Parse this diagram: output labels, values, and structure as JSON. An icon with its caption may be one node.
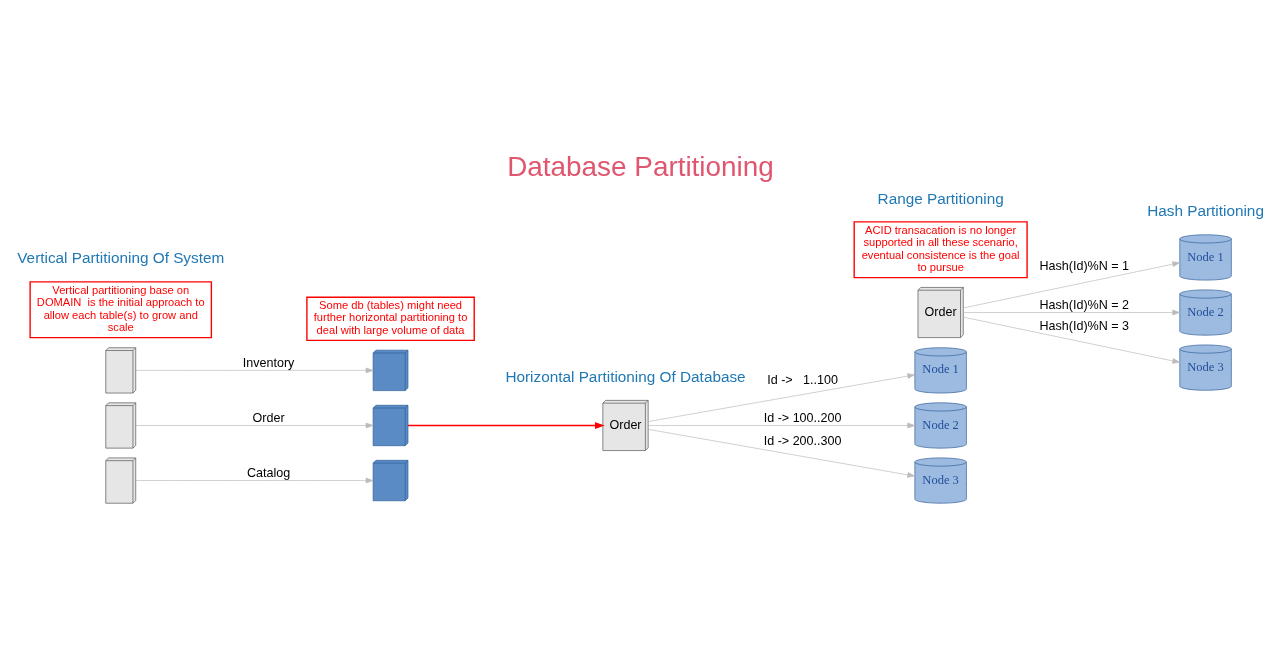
{
  "diagram": {
    "title": "Database Partitioning",
    "nodes": [
      {
        "text": [],
        "shape": "picture"
      },
      {
        "text": [],
        "shape": "picture"
      },
      {
        "text": [],
        "shape": "picture"
      },
      {
        "text": [],
        "shape": "picture"
      },
      {
        "text": [],
        "shape": "picture"
      },
      {
        "text": [],
        "shape": "picture"
      },
      {
        "text": [
          "Order"
        ]
      },
      {
        "text": [
          "Node 1"
        ]
      },
      {
        "text": [
          "Node 2"
        ]
      },
      {
        "text": [
          "Node 3"
        ]
      },
      {
        "text": [
          "Order"
        ]
      },
      {
        "text": [
          "Node 1"
        ]
      },
      {
        "text": [
          "Node 2"
        ]
      },
      {
        "text": [
          "Node 3"
        ]
      },
      {
        "text": [
          "Vertical partitioning base on DOMAIN  is the initial approach to allow each table(s) to grow and scale"
        ]
      },
      {
        "text": [
          "ACID transacation is no longer supported in all these scenario, eventual consistence is the goal to pursue"
        ]
      },
      {
        "text": [
          "Some db (tables) might need further horizontal partitioning to deal with large volume of data"
        ]
      }
    ],
    "edges": [
      {
        "from": 0,
        "to": 3,
        "arrow": "to",
        "label": "Catalog"
      },
      {
        "from": 1,
        "to": 4,
        "arrow": "to",
        "label": "Order"
      },
      {
        "from": 2,
        "to": 5,
        "arrow": "to",
        "label": "Inventory"
      },
      {
        "from": 4,
        "to": 6,
        "arrow": "to",
        "color": "#ff0000"
      },
      {
        "from": 6,
        "to": 7,
        "arrow": "to",
        "label": "Id ->   1..100"
      },
      {
        "from": 6,
        "to": 8,
        "arrow": "to",
        "label": "Id -> 100..200"
      },
      {
        "from": 6,
        "to": 9,
        "arrow": "to",
        "label": "Id -> 200..300"
      },
      {
        "from": 10,
        "to": 11,
        "arrow": "to",
        "label": "Hash(Id)%N = 1"
      },
      {
        "from": 10,
        "to": 12,
        "arrow": "to",
        "label": "Hash(Id)%N = 2"
      },
      {
        "from": 10,
        "to": 13,
        "arrow": "to",
        "label": "Hash(Id)%N = 3"
      }
    ],
    "labels": [
      "Vertical Partitioning Of System",
      "Horizontal Partitioning Of Database",
      "Range Partitioning",
      "Hash Partitioning"
    ]
  }
}
